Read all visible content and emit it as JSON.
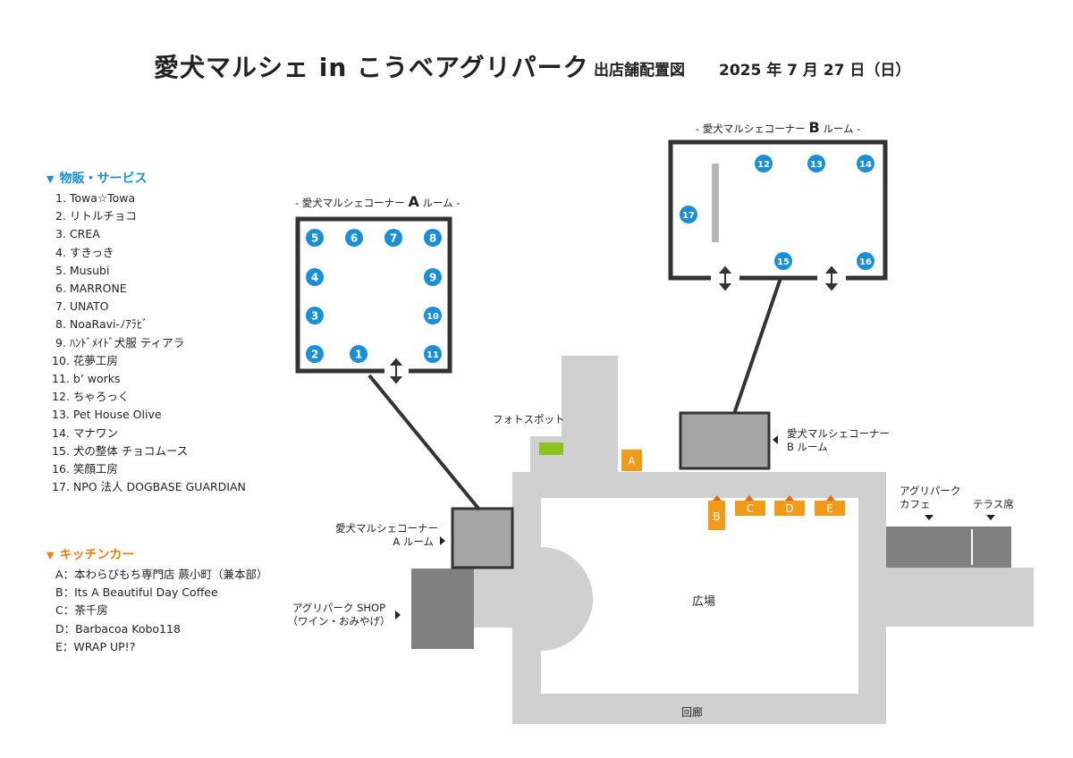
{
  "header": {
    "title": "愛犬マルシェ in こうべアグリパーク",
    "subtitle": "出店舗配置図",
    "date": "2025 年 7 月 27 日（日）"
  },
  "legend": {
    "goods_title": "物販・サービス",
    "goods": [
      "1. Towa☆Towa",
      "2. リトルチョコ",
      "3. CREA",
      "4. すきっき",
      "5. Musubi",
      "6. MARRONE",
      "7. UNATO",
      "8. NoaRavi-ﾉｱﾗﾋﾞ",
      "9. ﾊﾝﾄﾞﾒｲﾄﾞ犬服 ティアラ",
      "10. 花夢工房",
      "11. b’ works",
      "12. ちゃろっく",
      "13. Pet House Olive",
      "14. マナワン",
      "15. 犬の整体 チョコムース",
      "16. 笑顔工房",
      "17. NPO 法人 DOGBASE GUARDIAN"
    ],
    "kitchen_title": "キッチンカー",
    "kitchen": [
      "A：本わらびもち専門店 蕨小町（兼本部）",
      "B：Its A Beautiful Day Coffee",
      "C：茶千房",
      "D：Barbacoa Kobo118",
      "E：WRAP UP!?"
    ]
  },
  "map": {
    "room_a_title_pre": "- 愛犬マルシェコーナー",
    "room_a_letter": "A",
    "room_a_title_post": "ルーム -",
    "room_b_title_pre": "- 愛犬マルシェコーナー",
    "room_b_letter": "B",
    "room_b_title_post": "ルーム -",
    "room_a_booths": [
      "1",
      "2",
      "3",
      "4",
      "5",
      "6",
      "7",
      "8",
      "9",
      "10",
      "11"
    ],
    "room_b_booths": [
      "12",
      "13",
      "14",
      "15",
      "16",
      "17"
    ],
    "kitchen_car_letters": [
      "A",
      "B",
      "C",
      "D",
      "E"
    ],
    "labels": {
      "photo_spot": "フォトスポット",
      "room_b_line1": "愛犬マルシェコーナー",
      "room_b_line2": "B ルーム",
      "room_a_line1": "愛犬マルシェコーナー",
      "room_a_line2": "A ルーム",
      "shop_line1": "アグリパーク SHOP",
      "shop_line2": "（ワイン・おみやげ）",
      "cafe_line1": "アグリパーク",
      "cafe_line2": "カフェ",
      "terrace": "テラス席",
      "plaza": "広場",
      "corridor": "回廊"
    },
    "colors": {
      "booth_blue": "#1a8fd8",
      "kitchen_orange": "#f29a16",
      "photo_green": "#8dc21f",
      "corridor_gray": "#d0d0d0",
      "building_gray": "#a5a5a5",
      "dark_gray": "#808080",
      "wall": "#333333"
    }
  }
}
